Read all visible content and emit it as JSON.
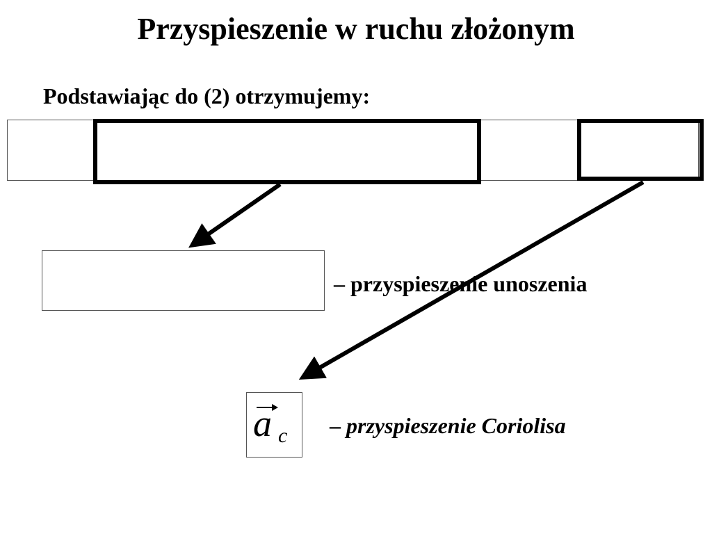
{
  "slide": {
    "title": "Przyspieszenie w ruchu złożonym",
    "intro": "Podstawiając do (2) otrzymujemy:"
  },
  "terms": {
    "transport": {
      "label": "– przyspieszenie unoszenia"
    },
    "coriolis": {
      "label_dash": "– ",
      "label_text": "przyspieszenie Coriolisa",
      "symbol": "a",
      "symbol_subscript": "c"
    }
  },
  "colors": {
    "ink": "#000000",
    "box_border": "#555555",
    "background": "#ffffff"
  }
}
